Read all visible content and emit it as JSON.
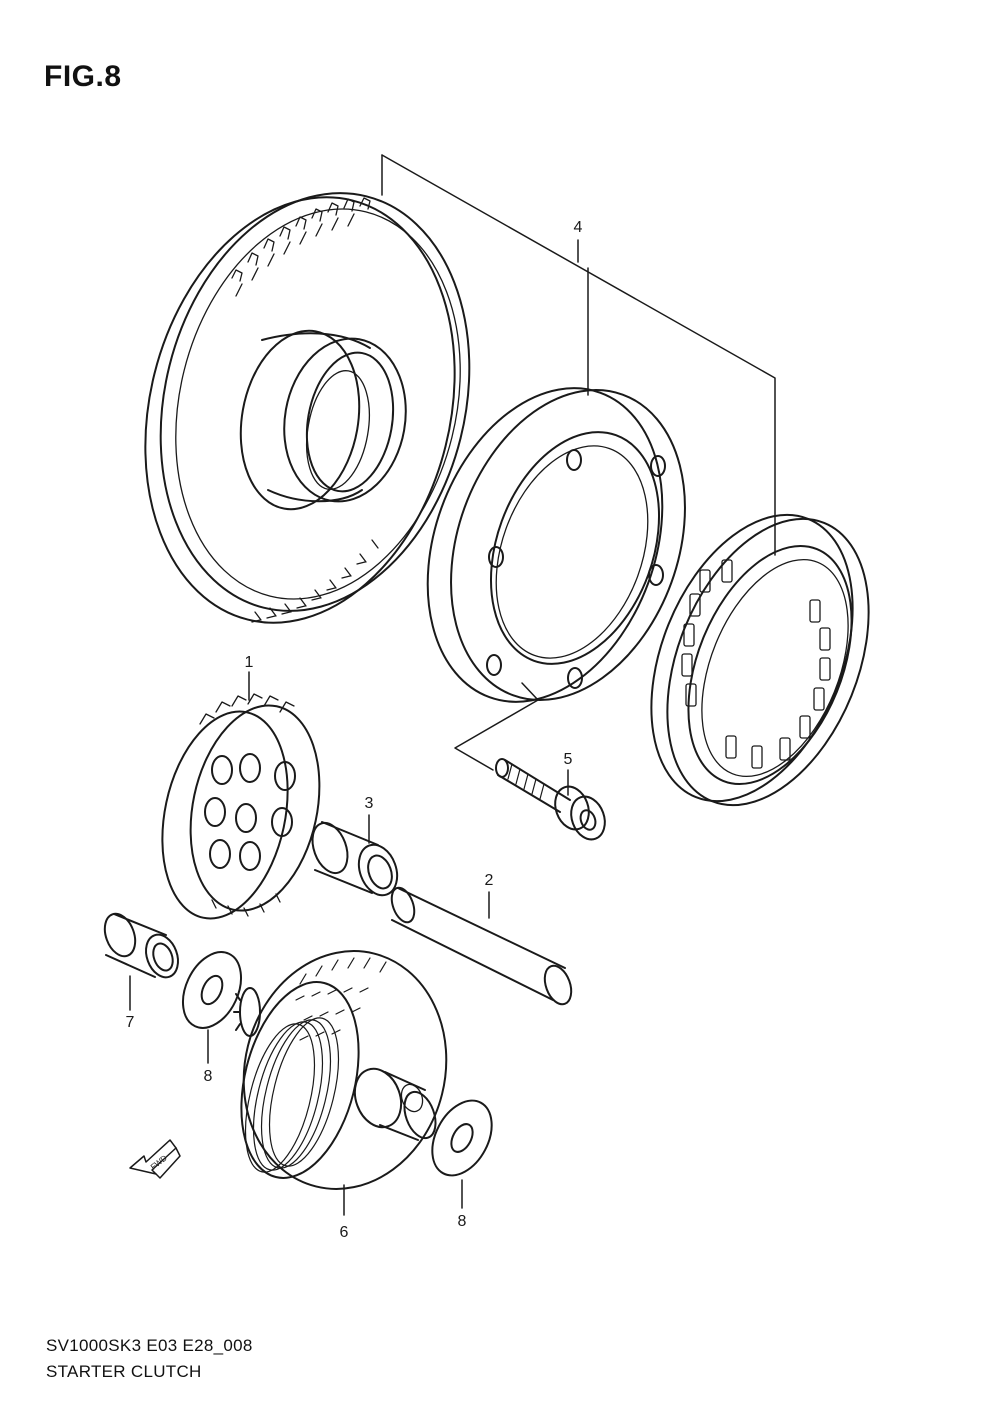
{
  "figure": {
    "title": "FIG.8",
    "code": "SV1000SK3 E03 E28_008",
    "name": "STARTER CLUTCH"
  },
  "callouts": {
    "p1": "1",
    "p2": "2",
    "p3": "3",
    "p4": "4",
    "p5": "5",
    "p6": "6",
    "p7": "7",
    "p8a": "8",
    "p8b": "8"
  },
  "direction_arrow": {
    "label": "FWD",
    "icon": "fwd-arrow-icon"
  },
  "colors": {
    "line": "#1a1a1a",
    "background": "#ffffff"
  }
}
